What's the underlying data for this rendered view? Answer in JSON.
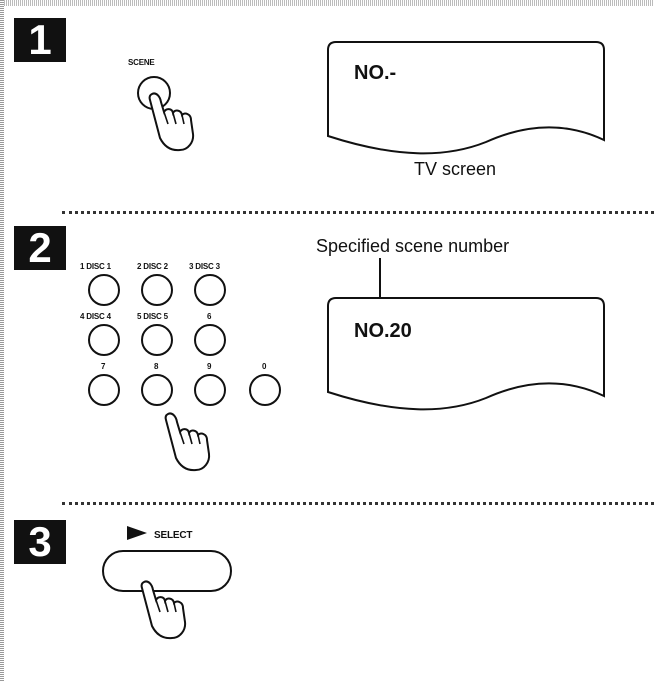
{
  "steps": [
    {
      "number": "1",
      "button_label": "SCENE",
      "screen_text": "NO.-",
      "caption": "TV screen"
    },
    {
      "number": "2",
      "annotation": "Specified scene number",
      "screen_text": "NO.20",
      "keypad": [
        "1 DISC 1",
        "2 DISC 2",
        "3 DISC 3",
        "4 DISC 4",
        "5 DISC 5",
        "6",
        "7",
        "8",
        "9",
        "0"
      ]
    },
    {
      "number": "3",
      "button_label": "SELECT",
      "play_icon": "play-icon"
    }
  ]
}
